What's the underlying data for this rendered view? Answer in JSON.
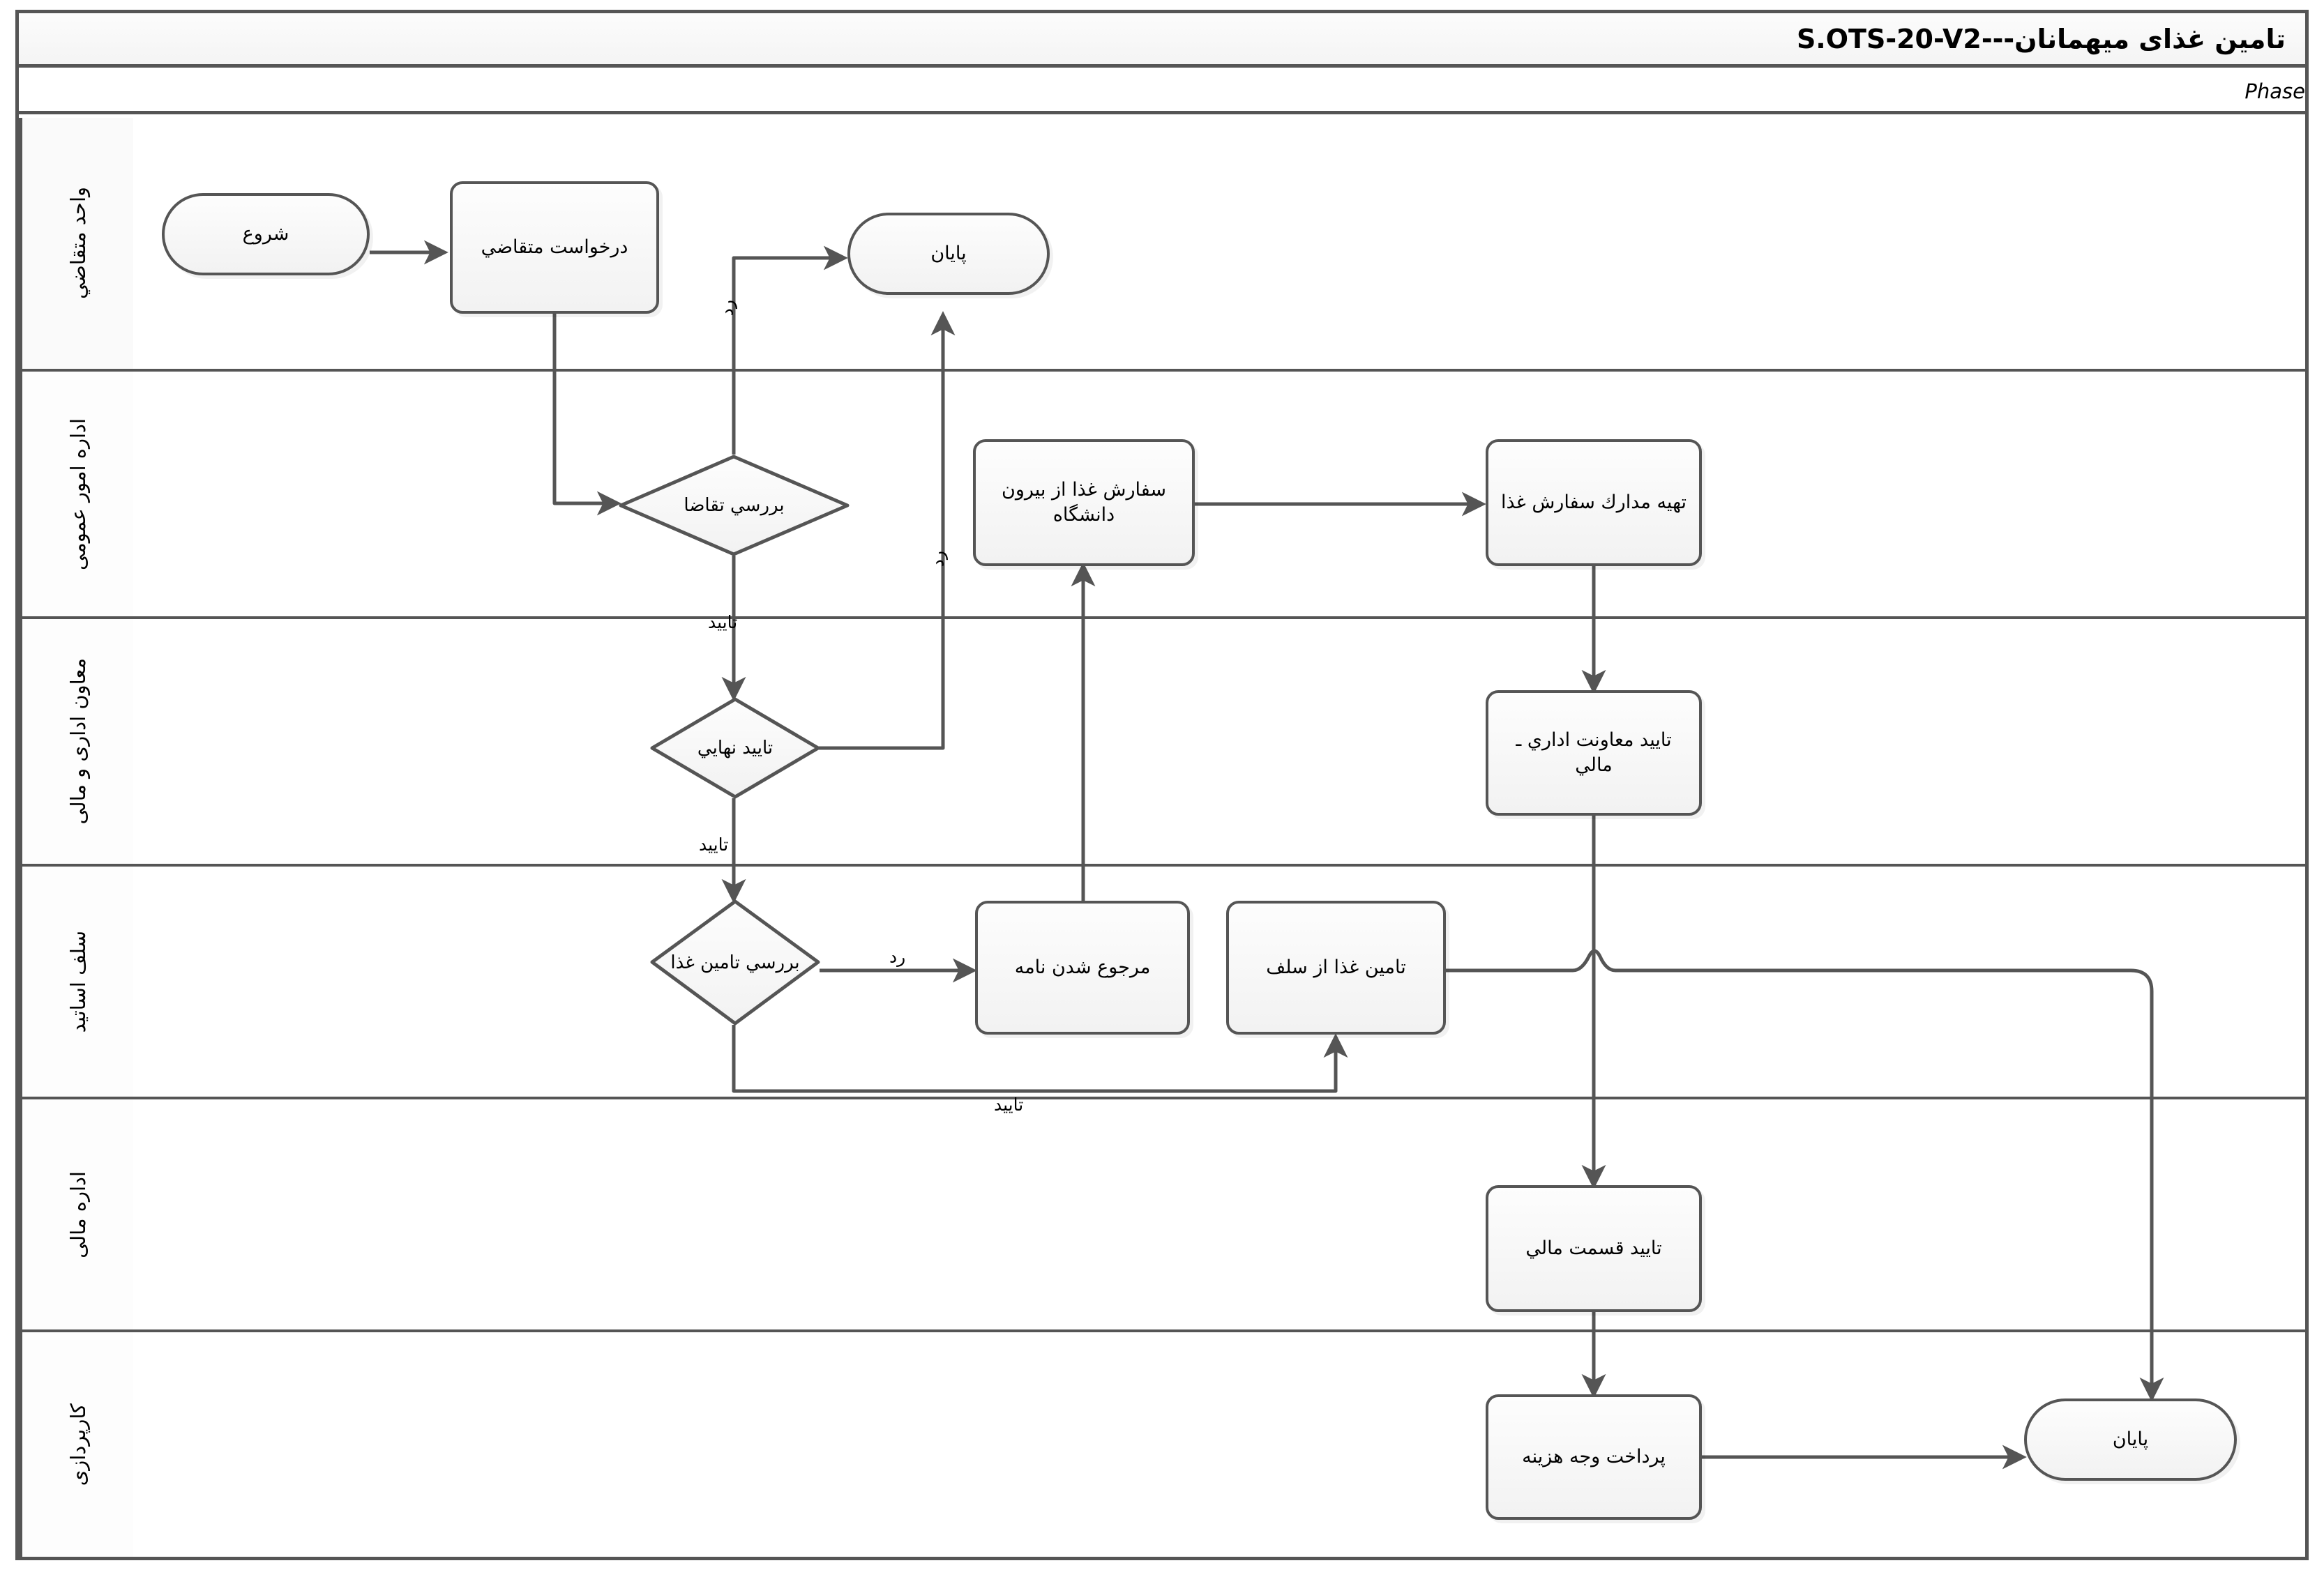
{
  "document": {
    "title": "تامین غذای میهمانان---S.OTS-20-V2",
    "phase_label": "Phase",
    "type": "swimlane-flowchart",
    "direction": "rtl",
    "colors": {
      "stroke": "#555555",
      "node_fill_top": "#fdfdfd",
      "node_fill_bottom": "#f2f2f2",
      "text": "#000000",
      "background": "#ffffff"
    }
  },
  "lanes": [
    {
      "id": "lane-requester",
      "label": "واحد متقاضي"
    },
    {
      "id": "lane-general",
      "label": "اداره امور عمومی"
    },
    {
      "id": "lane-deputy",
      "label": "معاون اداری و مالی"
    },
    {
      "id": "lane-selfservice",
      "label": "سلف اساتید"
    },
    {
      "id": "lane-finance",
      "label": "اداره مالی"
    },
    {
      "id": "lane-procurement",
      "label": "کارپردازی"
    }
  ],
  "nodes": [
    {
      "id": "start",
      "label": "شروع",
      "shape": "terminator",
      "lane": "lane-requester"
    },
    {
      "id": "request",
      "label": "درخواست متقاضي",
      "shape": "process",
      "lane": "lane-requester"
    },
    {
      "id": "end-top",
      "label": "پایان",
      "shape": "terminator",
      "lane": "lane-requester"
    },
    {
      "id": "review",
      "label": "بررسي تقاضا",
      "shape": "decision",
      "lane": "lane-general"
    },
    {
      "id": "order-out",
      "label": "سفارش غذا از بیرون دانشگاه",
      "shape": "process",
      "lane": "lane-general"
    },
    {
      "id": "docs",
      "label": "تهیه مدارك سفارش غذا",
      "shape": "process",
      "lane": "lane-general"
    },
    {
      "id": "final-ok",
      "label": "تایید نهایي",
      "shape": "decision",
      "lane": "lane-deputy"
    },
    {
      "id": "deputy-ok",
      "label": "تایید معاونت اداري ـ مالي",
      "shape": "process",
      "lane": "lane-deputy"
    },
    {
      "id": "food-check",
      "label": "بررسي تامین غذا",
      "shape": "decision",
      "lane": "lane-selfservice"
    },
    {
      "id": "letter-back",
      "label": "مرجوع شدن نامه",
      "shape": "process",
      "lane": "lane-selfservice"
    },
    {
      "id": "food-self",
      "label": "تامین غذا از سلف",
      "shape": "process",
      "lane": "lane-selfservice"
    },
    {
      "id": "finance-ok",
      "label": "تایید قسمت مالي",
      "shape": "process",
      "lane": "lane-finance"
    },
    {
      "id": "payment",
      "label": "پرداخت وجه هزینه",
      "shape": "process",
      "lane": "lane-procurement"
    },
    {
      "id": "end-bottom",
      "label": "پایان",
      "shape": "terminator",
      "lane": "lane-procurement"
    }
  ],
  "edge_labels": {
    "reject_top": "رد",
    "approve_review": "تایید",
    "reject_final": "رد",
    "approve_final": "تایید",
    "reject_food": "رد",
    "approve_food": "تایید"
  },
  "edges": [
    {
      "from": "start",
      "to": "request",
      "label": ""
    },
    {
      "from": "request",
      "to": "review",
      "label": ""
    },
    {
      "from": "review",
      "to": "end-top",
      "label": "رد"
    },
    {
      "from": "review",
      "to": "final-ok",
      "label": "تایید"
    },
    {
      "from": "final-ok",
      "to": "end-top",
      "label": "رد"
    },
    {
      "from": "final-ok",
      "to": "food-check",
      "label": "تایید"
    },
    {
      "from": "food-check",
      "to": "letter-back",
      "label": "رد"
    },
    {
      "from": "food-check",
      "to": "food-self",
      "label": "تایید"
    },
    {
      "from": "letter-back",
      "to": "order-out",
      "label": ""
    },
    {
      "from": "order-out",
      "to": "docs",
      "label": ""
    },
    {
      "from": "docs",
      "to": "deputy-ok",
      "label": ""
    },
    {
      "from": "deputy-ok",
      "to": "finance-ok",
      "label": ""
    },
    {
      "from": "finance-ok",
      "to": "payment",
      "label": ""
    },
    {
      "from": "payment",
      "to": "end-bottom",
      "label": ""
    },
    {
      "from": "food-self",
      "to": "end-bottom",
      "label": ""
    }
  ]
}
